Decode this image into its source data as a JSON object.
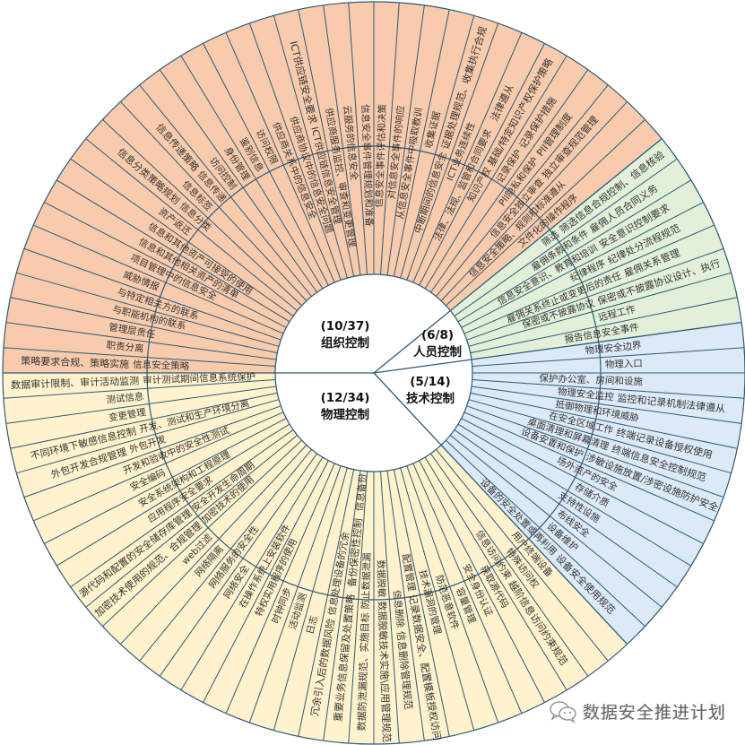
{
  "colors": {
    "line": "#2e5a78",
    "org": "#f8cbad",
    "people": "#e2efd9",
    "tech": "#dce9f6",
    "physical": "#fff2cc",
    "center": "#ffffff"
  },
  "categories": [
    {
      "key": "org",
      "count": "(10/37)",
      "name": "组织控制",
      "items": [
        "信息安全策略",
        "职责分离",
        "管理层责任",
        "与职能机构的联系",
        "与特定相关方的联系",
        "威胁情报",
        "项目管理中的信息安全",
        "信息和其他相关资产的清单",
        "信息和其他资产可接受的使用",
        "资产返还",
        "信息分类",
        "信息标签",
        "信息传递",
        "访问控制",
        "身份管理",
        "鉴别信息",
        "访问权限",
        "供应商关系中的信息安全",
        "供应商协议中的信息安全问题",
        "ICT供应链信息安全管理",
        "供应商服务监控、审查和变更管理",
        "云服务的信息安全",
        "信息安全事件管理规划和准备",
        "信息安全事件评估和决策",
        "对信息安全事件的响应",
        "从信息安全事件中吸取教训",
        "收集证据",
        "中断期间的信息安全",
        "ICT业务连续性",
        "法律、法规、监管和合同要求",
        "知识产权",
        "记录保护",
        "PII隐私和保护",
        "信息安全独立审查",
        "信息安全策略、规则和标准遵从",
        "文件化的操作程序"
      ],
      "outer": [
        {
          "slot": 0,
          "lines": [
            "策略要求合规、策略实施"
          ]
        },
        {
          "slot": 10,
          "lines": [
            "信息分类策略规划"
          ]
        },
        {
          "slot": 12,
          "lines": [
            "信息传递策略"
          ]
        },
        {
          "slot": 19,
          "lines": [
            "ICT供应链安全要求"
          ]
        },
        {
          "slot": 27,
          "lines": [
            "证据处理规范、收集执行合规"
          ]
        },
        {
          "slot": 29,
          "lines": [
            "法律遵从"
          ]
        },
        {
          "slot": 30,
          "lines": [
            "基础/特定知识产权保护策略"
          ]
        },
        {
          "slot": 31,
          "lines": [
            "记录保护措施"
          ]
        },
        {
          "slot": 32,
          "lines": [
            "PII管理制度"
          ]
        },
        {
          "slot": 33,
          "lines": [
            "独立审查规范管理"
          ]
        }
      ]
    },
    {
      "key": "people",
      "count": "(6/8)",
      "name": "人员控制",
      "items": [
        "筛选",
        "雇佣条款和条件",
        "信息安全意识、教育和培训",
        "纪律程序",
        "雇佣关系终止或变更后的责任",
        "保密或不披露协议",
        "远程工作",
        "报告信息安全事件"
      ],
      "outer": [
        {
          "slot": 0,
          "lines": [
            "筛选信息合规控制、信息核验"
          ]
        },
        {
          "slot": 1,
          "lines": [
            "雇佣人员合同义务"
          ]
        },
        {
          "slot": 2,
          "lines": [
            "安全意识控制要求"
          ]
        },
        {
          "slot": 3,
          "lines": [
            "纪律处分流程规范"
          ]
        },
        {
          "slot": 4,
          "lines": [
            "雇佣关系管理"
          ]
        },
        {
          "slot": 5,
          "lines": [
            "保密或不披露协议设计、执行"
          ]
        }
      ]
    },
    {
      "key": "tech",
      "count": "(5/14)",
      "name": "技术控制",
      "items": [
        "物理安全边界",
        "物理入口",
        "保护办公室、房间和设施",
        "物理安全监控",
        "抵御物理和环境威胁",
        "在安全区域工作",
        "桌面清理和屏幕清理",
        "设备安置和保护",
        "场外资产的安全",
        "存储介质",
        "支持性设施",
        "布线安全",
        "设备维护",
        "设备的安全处置或再利用"
      ],
      "outer": [
        {
          "slot": 3,
          "lines": [
            "监控和记录机制法律遵从"
          ]
        },
        {
          "slot": 5,
          "lines": [
            "终端记录设备授权使用"
          ]
        },
        {
          "slot": 6,
          "lines": [
            "终端信息安全控制规范"
          ]
        },
        {
          "slot": 7,
          "lines": [
            "涉敏设施放置/涉密设施防护安全"
          ]
        },
        {
          "slot": 13,
          "lines": [
            "设备安全使用规范"
          ]
        }
      ]
    },
    {
      "key": "physical",
      "count": "(12/34)",
      "name": "物理控制",
      "items": [
        "用户终端设备",
        "特殊访问权",
        "信息访问约束",
        "获取源代码",
        "安全身份认证",
        "容量管理",
        "防范恶意软件",
        "技术漏洞的管理",
        "配置管理",
        "信息删除",
        "数据脱敏",
        "防止数据泄漏",
        "信息备份",
        "信息处理设备的冗余",
        "日志",
        "活动监测",
        "时钟同步",
        "特权实用程序的使用",
        "在操作系统上安装软件",
        "网络安全",
        "网络服务的安全性",
        "网络隔离",
        "web过滤",
        "加密技术的使用",
        "安全开发生命周期",
        "应用程序安全要求",
        "安全系统架构和工程原理",
        "安全编码",
        "开发和验收中的安全性测试",
        "外包开发",
        "开发、测试和生产环境分离",
        "变更管理",
        "测试信息",
        "审计测试期间信息系统保护"
      ],
      "outer": [
        {
          "slot": 2,
          "lines": [
            "越阶信息访问约束规范"
          ]
        },
        {
          "slot": 8,
          "lines": [
            "记录数据安全、配置模板授权访问"
          ]
        },
        {
          "slot": 9,
          "lines": [
            "信息删除管理规范"
          ]
        },
        {
          "slot": 10,
          "lines": [
            "数据脱敏技术实施\\应用管理规范"
          ]
        },
        {
          "slot": 11,
          "lines": [
            "数据防泄漏规范、实施目标"
          ]
        },
        {
          "slot": 12,
          "lines": [
            "重要业务信息保留及处置策略",
            "备份保密性控制"
          ]
        },
        {
          "slot": 13,
          "lines": [
            "冗余引入后的数据风险"
          ]
        },
        {
          "slot": 23,
          "lines": [
            "加密技术使用的规范、合规管理"
          ]
        },
        {
          "slot": 24,
          "lines": [
            "源代码和配置的安全储存库管理"
          ]
        },
        {
          "slot": 29,
          "lines": [
            "外包开发合规管理"
          ]
        },
        {
          "slot": 30,
          "lines": [
            "不同环境下敏感信息控制"
          ]
        },
        {
          "slot": 33,
          "lines": [
            "数据审计限制、审计活动监测"
          ]
        }
      ]
    }
  ],
  "watermark": {
    "icon": "wechat-icon",
    "text": "数据安全推进计划"
  }
}
